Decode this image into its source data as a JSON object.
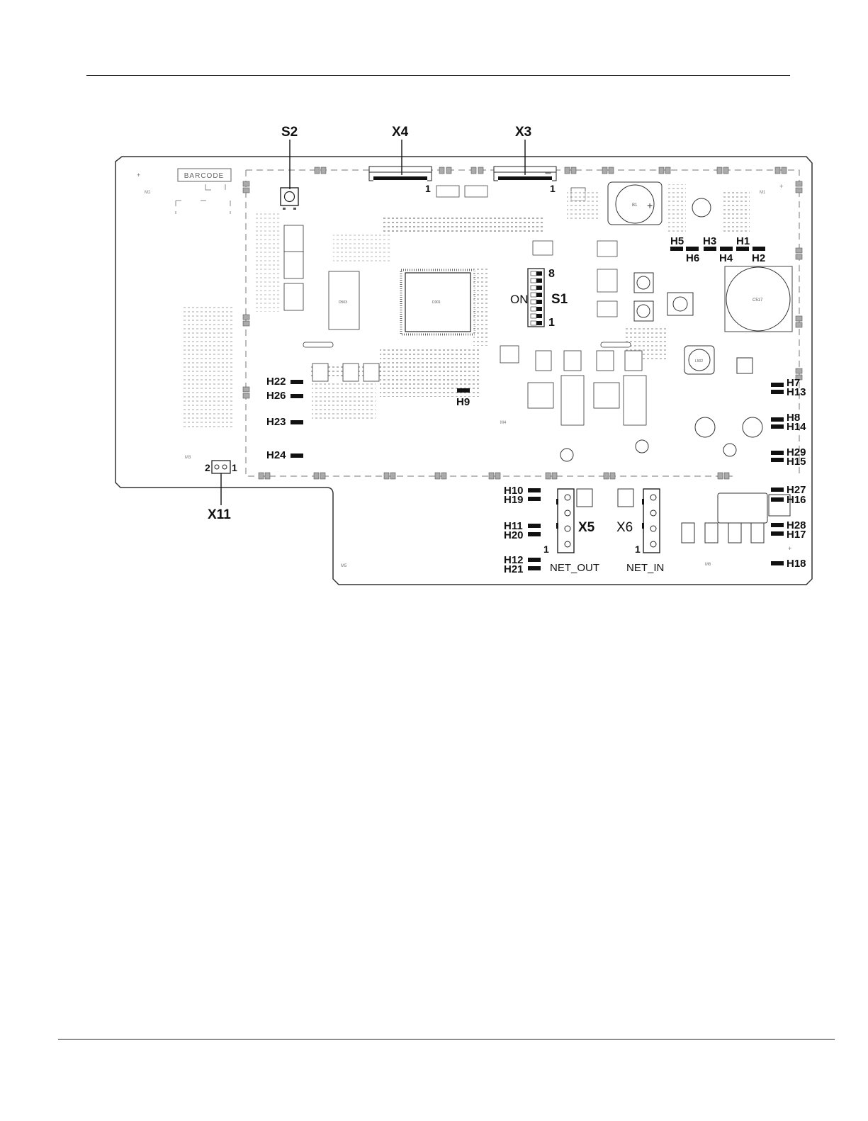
{
  "board_outline_label": "BARCODE",
  "callouts": {
    "S2": "S2",
    "X4": "X4",
    "X3": "X3",
    "X11": "X11",
    "S1": "S1",
    "S1_on": "ON",
    "S1_pos8": "8",
    "S1_pos1": "1",
    "X4_pin1": "1",
    "X3_pin1": "1",
    "X11_pin2": "2",
    "X11_pin1": "1",
    "X5": "X5",
    "X6": "X6",
    "X5_pin1": "1",
    "X6_pin1": "1",
    "net_out": "NET_OUT",
    "net_in": "NET_IN"
  },
  "leds": {
    "H1": "H1",
    "H2": "H2",
    "H3": "H3",
    "H4": "H4",
    "H5": "H5",
    "H6": "H6",
    "H7": "H7",
    "H8": "H8",
    "H9": "H9",
    "H10": "H10",
    "H11": "H11",
    "H12": "H12",
    "H13": "H13",
    "H14": "H14",
    "H15": "H15",
    "H16": "H16",
    "H17": "H17",
    "H18": "H18",
    "H19": "H19",
    "H20": "H20",
    "H21": "H21",
    "H22": "H22",
    "H23": "H23",
    "H24": "H24",
    "H26": "H26",
    "H27": "H27",
    "H28": "H28",
    "H29": "H29"
  },
  "silkscreen": {
    "D503": "D503",
    "D301": "D301",
    "C517": "C517",
    "L502": "L502",
    "B1": "B1",
    "M1": "M1",
    "M2": "M2",
    "M3": "M3",
    "M4": "M4",
    "M5": "M5",
    "M6": "M6"
  }
}
